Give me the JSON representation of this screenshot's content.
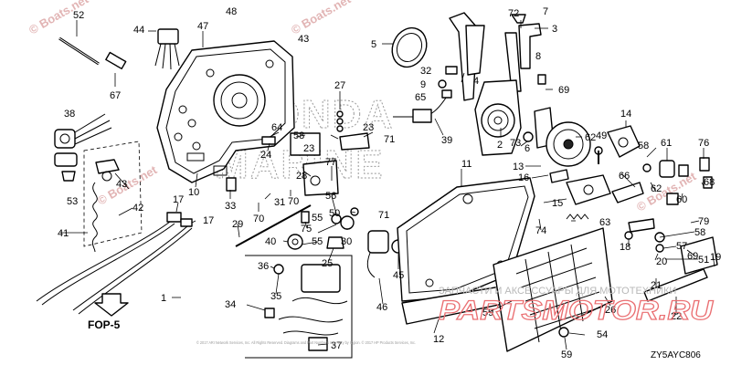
{
  "diagram": {
    "code": "ZY5AYC806",
    "ref_label": "FOP-5",
    "watermarks": {
      "brand_line1": "HONDA",
      "brand_line2": "MARINE",
      "site_top_left": "© Boats.net",
      "site_top_right": "© Boats.net",
      "site_center": "© Boats.net",
      "site_mid_right": "© Boats.net",
      "russian_banner": "ЗАПЧАСТИ И АКСЕССУАРЫ ДЛЯ МОТОТЕХНИКИ",
      "russian_site": "PARTSMOTOR.RU"
    },
    "copyright_line": "© 2017 ARI Network Services, Inc. All Rights Reserved. Diagrams and Part Numbers may vary by region. © 2017 HP Products Services, Inc."
  },
  "callouts": [
    {
      "id": "c52",
      "text": "52"
    },
    {
      "id": "c44",
      "text": "44"
    },
    {
      "id": "c48",
      "text": "48"
    },
    {
      "id": "c47",
      "text": "47"
    },
    {
      "id": "c43a",
      "text": "43"
    },
    {
      "id": "c67",
      "text": "67"
    },
    {
      "id": "c5",
      "text": "5"
    },
    {
      "id": "c1",
      "text": "1"
    },
    {
      "id": "c72",
      "text": "72"
    },
    {
      "id": "c7",
      "text": "7"
    },
    {
      "id": "c3",
      "text": "3"
    },
    {
      "id": "c32",
      "text": "32"
    },
    {
      "id": "c4",
      "text": "4"
    },
    {
      "id": "c8",
      "text": "8"
    },
    {
      "id": "c9",
      "text": "9"
    },
    {
      "id": "c65",
      "text": "65"
    },
    {
      "id": "c69a",
      "text": "69"
    },
    {
      "id": "c38",
      "text": "38"
    },
    {
      "id": "c27",
      "text": "27"
    },
    {
      "id": "c2",
      "text": "2"
    },
    {
      "id": "c73",
      "text": "73"
    },
    {
      "id": "c6",
      "text": "6"
    },
    {
      "id": "c62",
      "text": "62"
    },
    {
      "id": "c64",
      "text": "64"
    },
    {
      "id": "c58a",
      "text": "58"
    },
    {
      "id": "c23a",
      "text": "23"
    },
    {
      "id": "c23b",
      "text": "23"
    },
    {
      "id": "c71a",
      "text": "71"
    },
    {
      "id": "c39",
      "text": "39"
    },
    {
      "id": "c14",
      "text": "14"
    },
    {
      "id": "c49",
      "text": "49"
    },
    {
      "id": "c58b",
      "text": "58"
    },
    {
      "id": "c61",
      "text": "61"
    },
    {
      "id": "c76",
      "text": "76"
    },
    {
      "id": "c24",
      "text": "24"
    },
    {
      "id": "c10",
      "text": "10"
    },
    {
      "id": "c28",
      "text": "28"
    },
    {
      "id": "c77",
      "text": "77"
    },
    {
      "id": "c11",
      "text": "11"
    },
    {
      "id": "c13",
      "text": "13"
    },
    {
      "id": "c16",
      "text": "16"
    },
    {
      "id": "c53",
      "text": "53"
    },
    {
      "id": "c43b",
      "text": "43"
    },
    {
      "id": "c42",
      "text": "42"
    },
    {
      "id": "c33",
      "text": "33"
    },
    {
      "id": "c31",
      "text": "31"
    },
    {
      "id": "c70a",
      "text": "70"
    },
    {
      "id": "c70b",
      "text": "70"
    },
    {
      "id": "c66",
      "text": "66"
    },
    {
      "id": "c68",
      "text": "68"
    },
    {
      "id": "c50",
      "text": "50"
    },
    {
      "id": "c56",
      "text": "56"
    },
    {
      "id": "c71b",
      "text": "71"
    },
    {
      "id": "c62b",
      "text": "62"
    },
    {
      "id": "c60",
      "text": "60"
    },
    {
      "id": "c15",
      "text": "15"
    },
    {
      "id": "c63",
      "text": "63"
    },
    {
      "id": "c17a",
      "text": "17"
    },
    {
      "id": "c17b",
      "text": "17"
    },
    {
      "id": "c41",
      "text": "41"
    },
    {
      "id": "c29",
      "text": "29"
    },
    {
      "id": "c75",
      "text": "75"
    },
    {
      "id": "c55a",
      "text": "55"
    },
    {
      "id": "c30",
      "text": "30"
    },
    {
      "id": "c74",
      "text": "74"
    },
    {
      "id": "c79",
      "text": "79"
    },
    {
      "id": "c40",
      "text": "40"
    },
    {
      "id": "c55b",
      "text": "55"
    },
    {
      "id": "c18",
      "text": "18"
    },
    {
      "id": "c58c",
      "text": "58"
    },
    {
      "id": "c57",
      "text": "57"
    },
    {
      "id": "c51",
      "text": "51"
    },
    {
      "id": "c20",
      "text": "20"
    },
    {
      "id": "c69b",
      "text": "69"
    },
    {
      "id": "c36",
      "text": "36"
    },
    {
      "id": "c45",
      "text": "45"
    },
    {
      "id": "c35",
      "text": "35"
    },
    {
      "id": "c34",
      "text": "34"
    },
    {
      "id": "c46",
      "text": "46"
    },
    {
      "id": "c19",
      "text": "19"
    },
    {
      "id": "c21",
      "text": "21"
    },
    {
      "id": "c26",
      "text": "26"
    },
    {
      "id": "c22",
      "text": "22"
    },
    {
      "id": "c12",
      "text": "12"
    },
    {
      "id": "c37",
      "text": "37"
    },
    {
      "id": "c59a",
      "text": "59"
    },
    {
      "id": "c59b",
      "text": "59"
    },
    {
      "id": "c54",
      "text": "54"
    },
    {
      "id": "c25",
      "text": "25"
    }
  ]
}
